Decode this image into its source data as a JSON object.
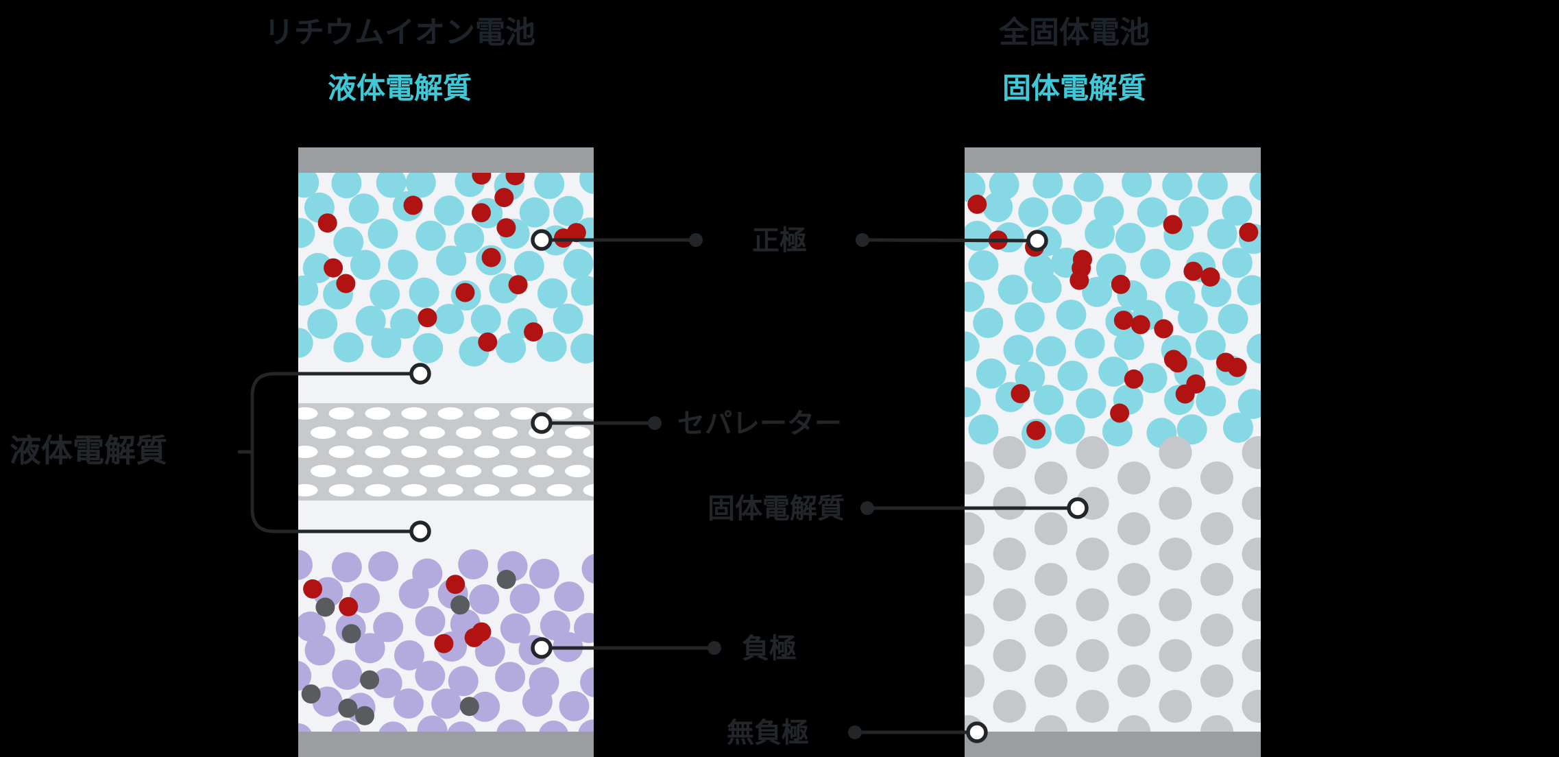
{
  "colors": {
    "background": "#000000",
    "battery_bg": "#f1f3f6",
    "electrode_bar": "#9b9ea1",
    "cathode_particle": "#86d8e4",
    "lithium_ion": "#b11212",
    "anode_particle": "#b3aade",
    "additive_particle": "#595c5f",
    "separator_band": "#c7cacd",
    "separator_pore": "#ffffff",
    "solid_electrolyte_particle": "#c5c8cb",
    "title_text": "#1e242c",
    "accent_text": "#3fc9d8",
    "label_text": "#22262b",
    "annotation_line": "#232629"
  },
  "left_panel": {
    "title": "リチウムイオン電池",
    "subtitle": "液体電解質"
  },
  "right_panel": {
    "title": "全固体電池",
    "subtitle": "固体電解質"
  },
  "labels": {
    "electrolyte_left": "液体電解質",
    "cathode": "正極",
    "separator": "セパレーター",
    "solid_electrolyte": "固体電解質",
    "anode": "負極",
    "anode_free": "無負極"
  },
  "particles": {
    "left_cathode": {
      "seed": 11,
      "ion_count": 17
    },
    "left_anode": {
      "seed": 23,
      "ion_count": 6,
      "additive_count": 9
    },
    "right_cathode": {
      "seed": 37,
      "ion_count": 24
    }
  }
}
